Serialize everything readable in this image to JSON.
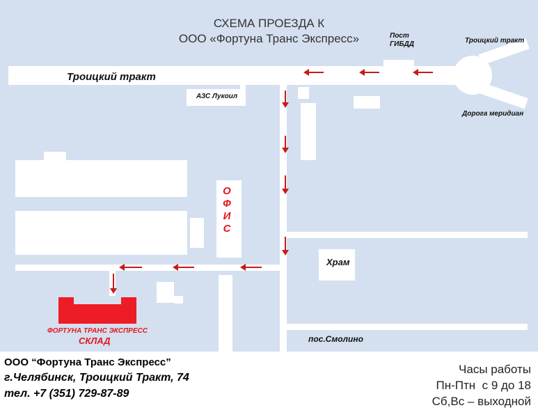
{
  "map": {
    "title_line1": "СХЕМА ПРОЕЗДА К",
    "title_line2": "ООО «Фортуна Транс Экспресс»",
    "labels": {
      "troitsky_main": "Троицкий тракт",
      "troitsky_small": "Троицкий тракт",
      "doroga_meridian": "Дорога меридиан",
      "post_gibdd_1": "Пост",
      "post_gibdd_2": "ГИБДД",
      "azs": "АЗС Лукоил",
      "office": "ОФИС",
      "church": "Храм",
      "smolino": "пос.Смолино",
      "warehouse_company": "ФОРТУНА ТРАНС ЭКСПРЕСС",
      "warehouse": "СКЛАД"
    },
    "colors": {
      "background": "#d4e0ef",
      "route_arrow": "#c81a1a",
      "warehouse": "#ee1c24"
    }
  },
  "footer": {
    "company": "ООО “Фортуна Транс Экспресс”",
    "address": "г.Челябинск, Троицкий Тракт, 74",
    "phone": "тел. +7 (351) 729-87-89",
    "hours_title": "Часы работы",
    "hours_weekdays": "Пн-Птн  с 9 до 18",
    "hours_weekend": "Сб,Вс – выходной"
  }
}
